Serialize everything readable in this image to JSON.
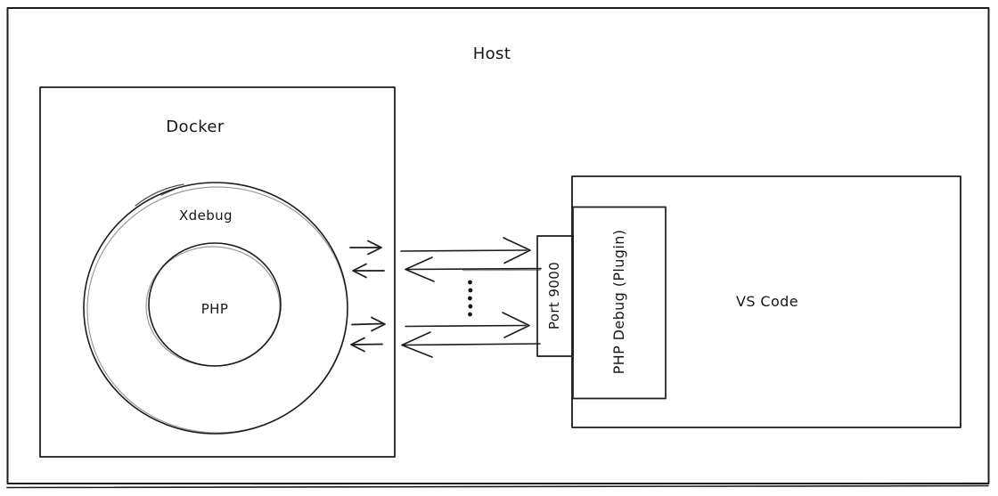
{
  "diagram": {
    "type": "architecture-sketch",
    "labels": {
      "host": "Host",
      "docker": "Docker",
      "xdebug": "Xdebug",
      "php": "PHP",
      "port": "Port 9000",
      "php_debug_plugin": "PHP Debug (Plugin)",
      "vscode": "VS Code"
    },
    "colors": {
      "stroke": "#1c1c1c",
      "background": "#ffffff"
    },
    "connections": {
      "between": [
        "Docker",
        "Port 9000"
      ],
      "arrow_pairs": [
        [
          "right",
          "left"
        ],
        [
          "right",
          "left"
        ]
      ],
      "ellipsis_dot_count": 5
    }
  }
}
